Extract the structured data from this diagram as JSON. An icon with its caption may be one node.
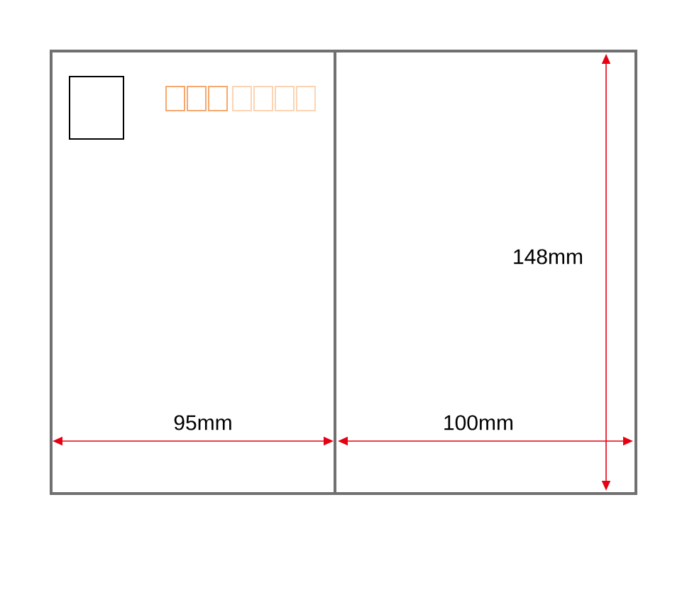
{
  "diagram": {
    "nodes": [
      {
        "text": [],
        "shape": "box"
      },
      {
        "text": [],
        "shape": "box"
      },
      {
        "text": [],
        "shape": "box",
        "in": 0
      },
      {
        "text": [],
        "shape": "box",
        "in": 0
      },
      {
        "text": [],
        "shape": "box",
        "in": 0
      },
      {
        "text": [],
        "shape": "box",
        "in": 0
      },
      {
        "text": [],
        "shape": "box",
        "in": 0
      },
      {
        "text": [],
        "shape": "box",
        "in": 0
      },
      {
        "text": [],
        "shape": "box",
        "in": 0
      },
      {
        "text": [],
        "shape": "box",
        "in": 0
      }
    ],
    "labels": [
      "95mm",
      "100mm",
      "148mm"
    ]
  }
}
